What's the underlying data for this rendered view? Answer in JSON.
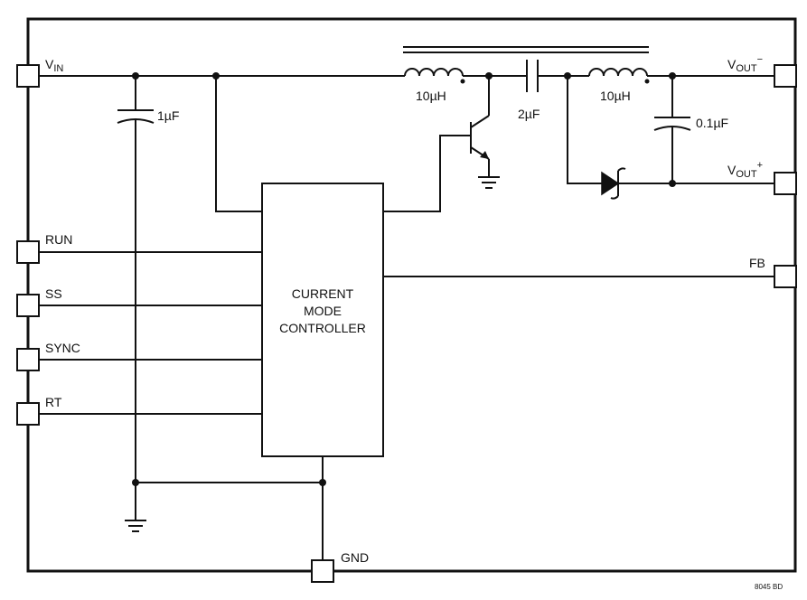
{
  "pins": {
    "vin": "V",
    "vin_sub": "IN",
    "run": "RUN",
    "ss": "SS",
    "sync": "SYNC",
    "rt": "RT",
    "vout_neg": "V",
    "vout_neg_sub": "OUT",
    "vout_neg_sup": "−",
    "vout_pos": "V",
    "vout_pos_sub": "OUT",
    "vout_pos_sup": "+",
    "fb": "FB",
    "gnd": "GND"
  },
  "components": {
    "c_in": "1µF",
    "l1": "10µH",
    "c_couple": "2µF",
    "l2": "10µH",
    "c_out": "0.1µF"
  },
  "controller": {
    "line1": "CURRENT",
    "line2": "MODE",
    "line3": "CONTROLLER"
  },
  "footer_code": "8045 BD"
}
